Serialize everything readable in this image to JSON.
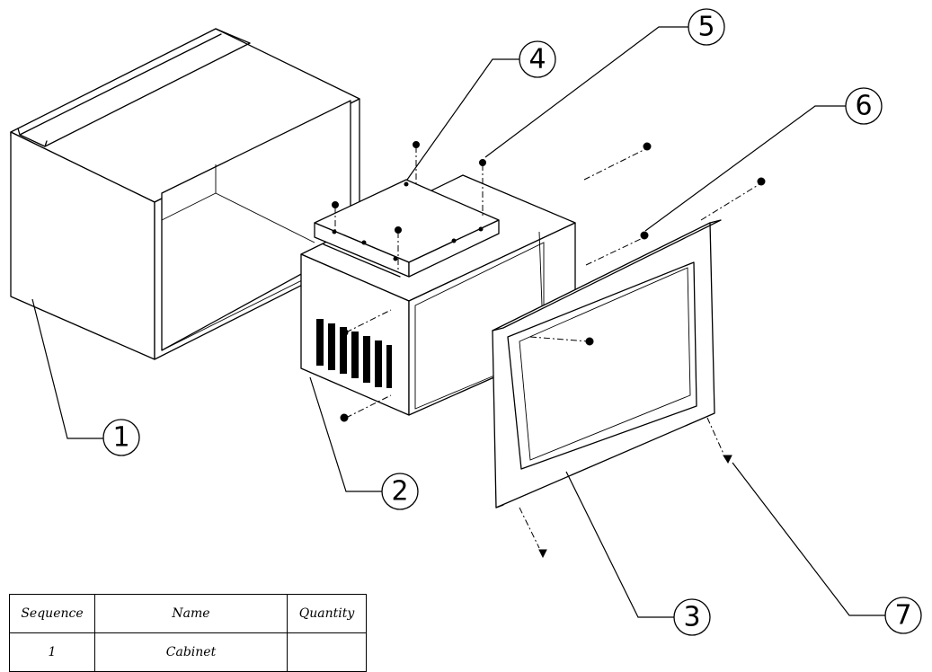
{
  "balloons": [
    "1",
    "2",
    "3",
    "4",
    "5",
    "6",
    "7"
  ],
  "table": {
    "headers": [
      "Sequence",
      "Name",
      "Quantity"
    ],
    "rows": [
      [
        "1",
        "Cabinet",
        ""
      ]
    ]
  }
}
